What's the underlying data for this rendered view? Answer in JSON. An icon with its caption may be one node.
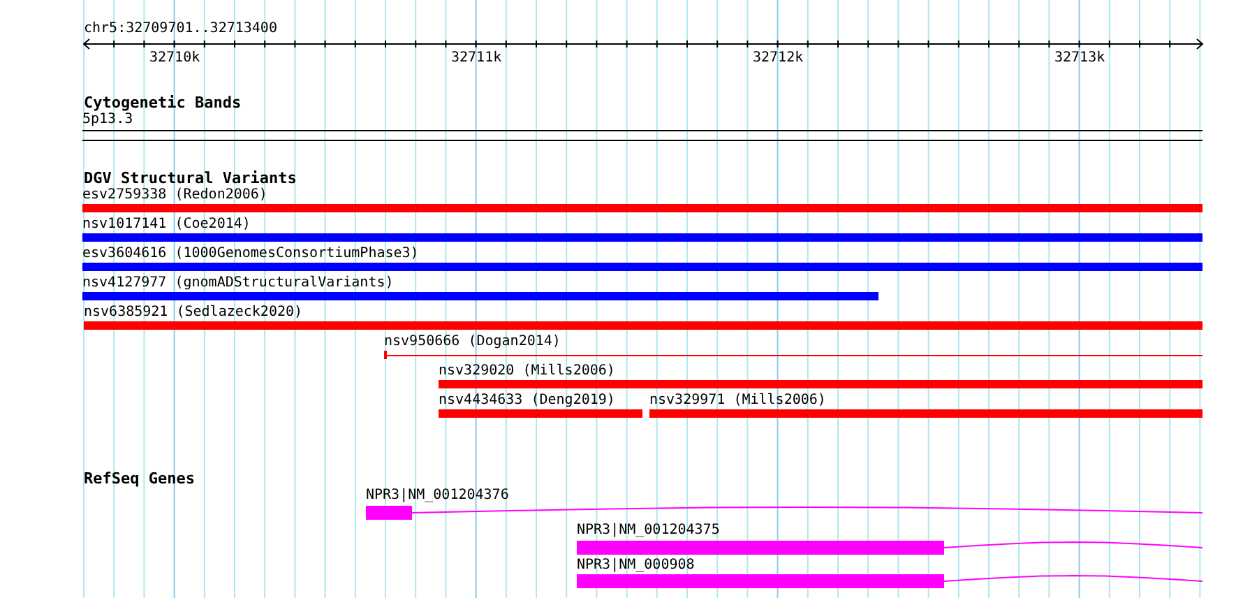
{
  "diagram": {
    "nodes": [
      {
        "text": [
          "5p13.3"
        ]
      },
      {
        "text": [
          "esv2759338 (Redon2006)"
        ]
      },
      {
        "text": [
          "nsv1017141 (Coe2014)"
        ]
      },
      {
        "text": [
          "esv3604616 (1000GenomesConsortiumPhase3)"
        ]
      },
      {
        "text": [
          "nsv4127977 (gnomADStructuralVariants)"
        ]
      },
      {
        "text": [
          "nsv6385921 (Sedlazeck2020)"
        ]
      },
      {
        "text": [
          "nsv950666 (Dogan2014)"
        ]
      },
      {
        "text": [
          "nsv329020 (Mills2006)"
        ]
      },
      {
        "text": [
          "nsv4434633 (Deng2019)"
        ]
      },
      {
        "text": [
          "nsv329971 (Mills2006)"
        ]
      },
      {
        "text": [
          "NPR3|NM_001204376"
        ]
      },
      {
        "text": [
          "NPR3|NM_001204375"
        ]
      },
      {
        "text": [
          "NPR3|NM_000908"
        ]
      }
    ],
    "edges": [],
    "labels": [
      "chr5:32709701..32713400",
      "32710k",
      "32711k",
      "32712k",
      "32713k",
      "Cytogenetic Bands",
      "DGV Structural Variants",
      "RefSeq Genes"
    ]
  }
}
